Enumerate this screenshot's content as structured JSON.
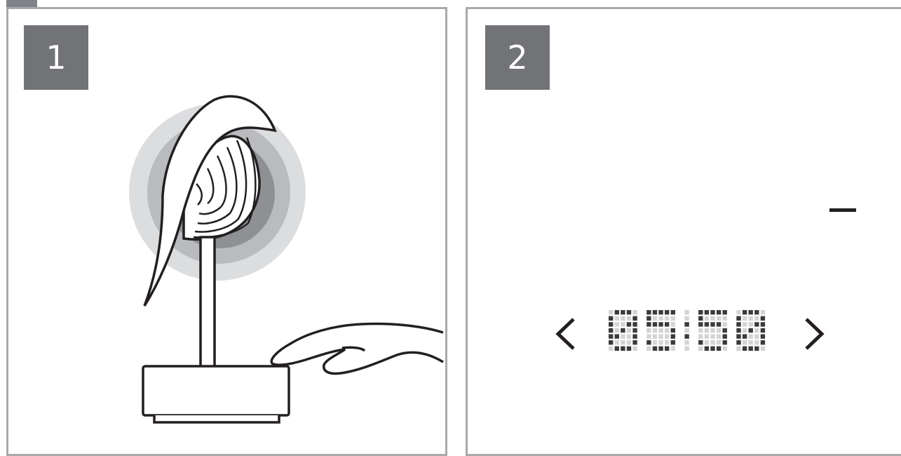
{
  "steps": [
    {
      "number": "1"
    },
    {
      "number": "2"
    }
  ],
  "colors": {
    "panel_border": "#a7a9ac",
    "badge": "#717377",
    "glow_outer": "#dcdddf",
    "glow_mid": "#b9bbbe",
    "glow_inner": "#8e9094",
    "line": "#231f20",
    "display_dot_on": "#3a3a3a",
    "display_dot_off": "#d4d4d4"
  },
  "icons": {
    "left": "chevron-left-icon",
    "right": "chevron-right-icon",
    "minus": "minus-icon"
  },
  "clock_display": {
    "text": "05:50"
  }
}
